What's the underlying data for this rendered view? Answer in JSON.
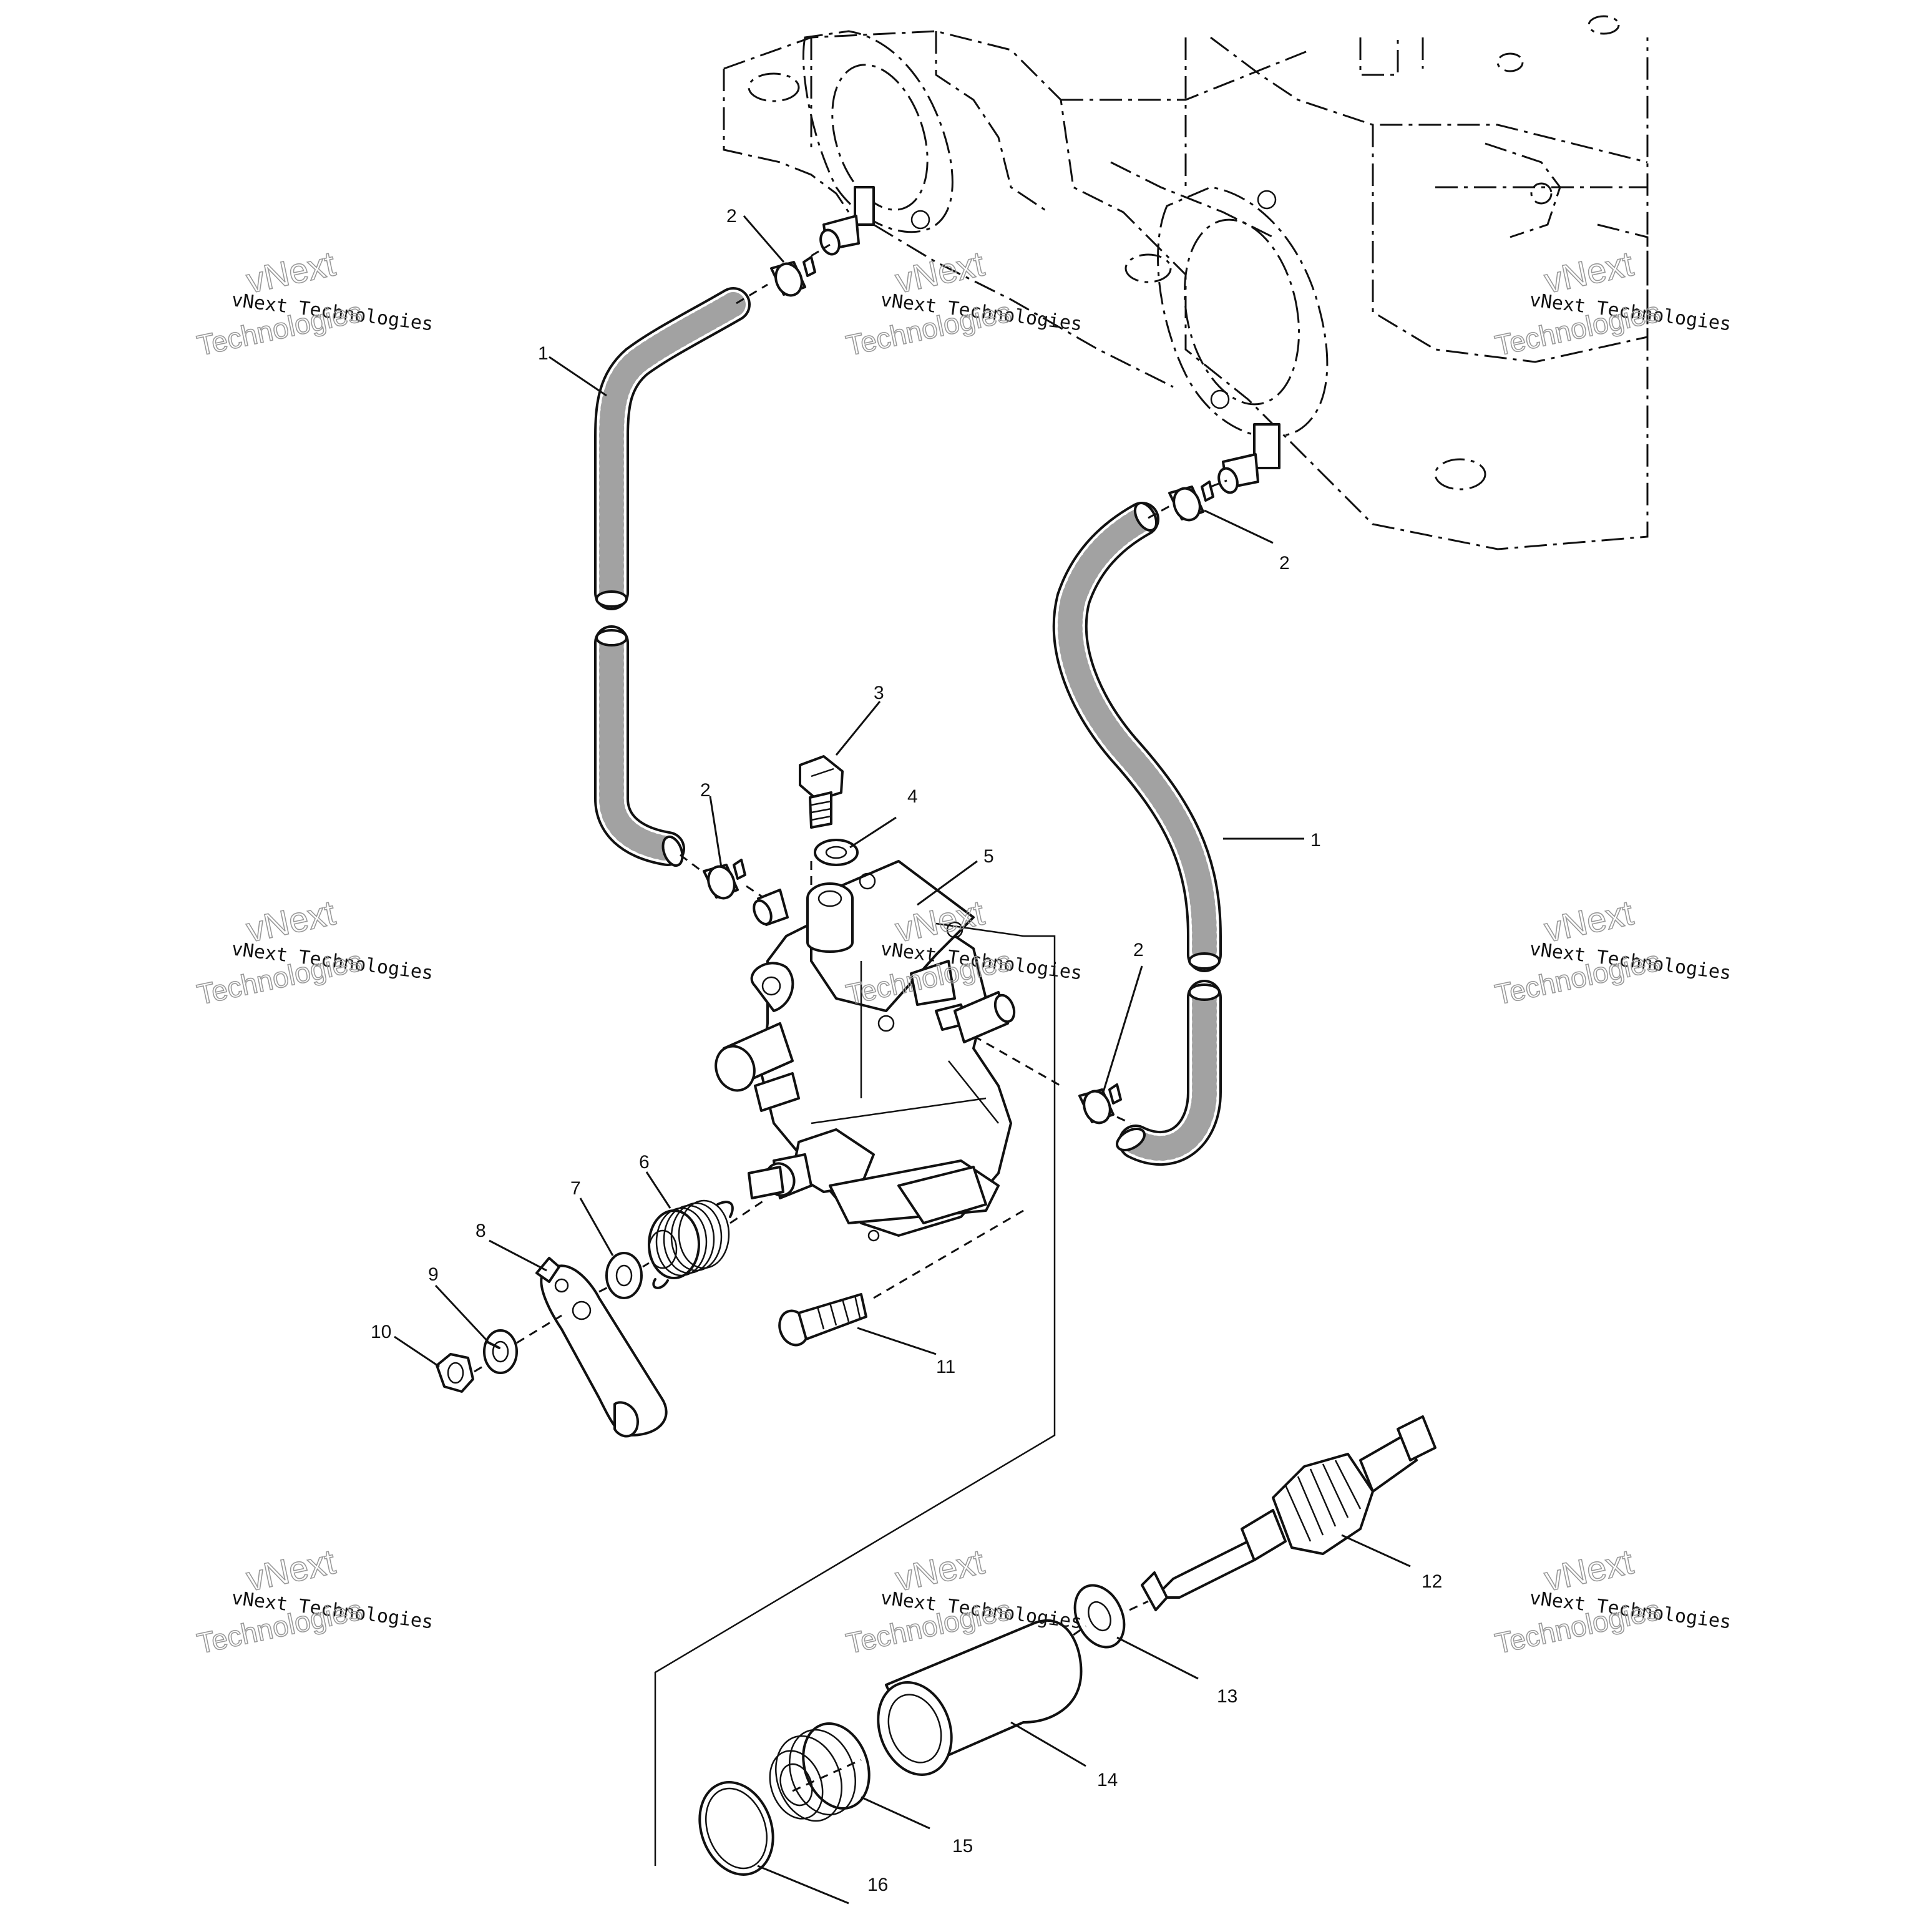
{
  "watermark": {
    "line_small": "vNext Technologies",
    "line_outline_top": "vNext",
    "line_outline_bottom": "Technologies"
  },
  "callouts": [
    "1",
    "2",
    "2",
    "1",
    "2",
    "3",
    "2",
    "4",
    "5",
    "2",
    "6",
    "7",
    "8",
    "9",
    "10",
    "11",
    "12",
    "13",
    "14",
    "15",
    "16"
  ],
  "colors": {
    "line": "#111111",
    "background": "#ffffff",
    "watermark_outline": "#999999"
  }
}
